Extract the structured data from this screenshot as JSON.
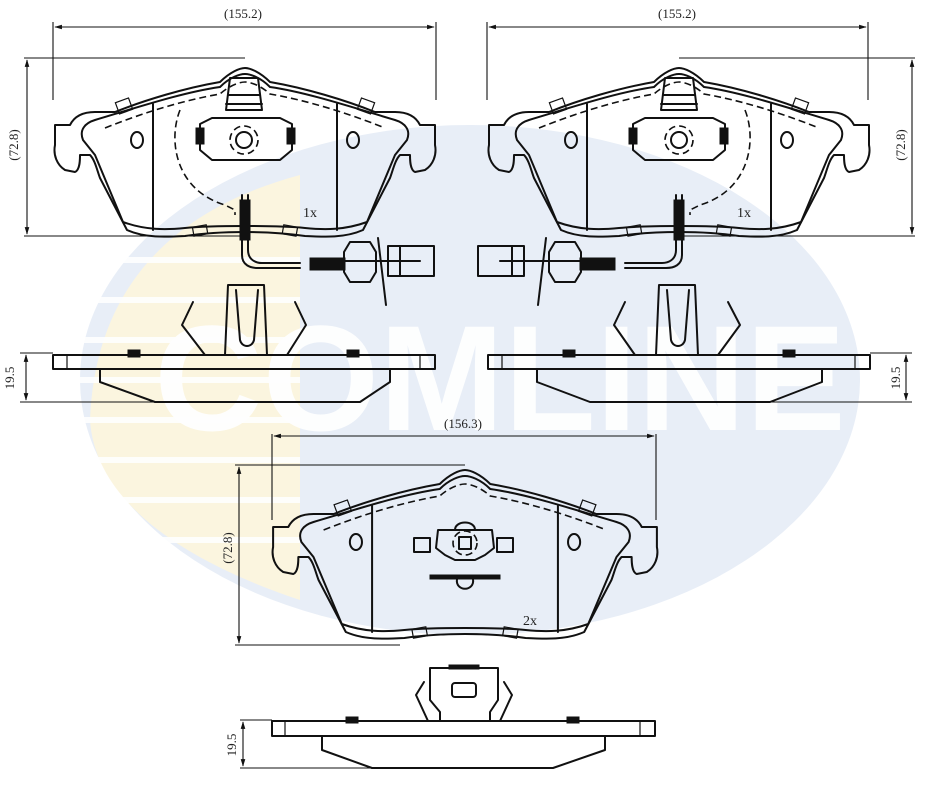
{
  "watermark": {
    "brand": "COMLINE",
    "colors": {
      "blue": "#e6edf7",
      "yellow": "#fbf4dc",
      "text": "#ffffff"
    }
  },
  "views": {
    "top_left": {
      "width_label": "(155.2)",
      "height_label": "(72.8)",
      "quantity": "1x",
      "has_wear_sensor": true
    },
    "top_right": {
      "width_label": "(155.2)",
      "height_label": "(72.8)",
      "quantity": "1x",
      "has_wear_sensor": true
    },
    "side_left": {
      "thickness_label": "19.5"
    },
    "side_right": {
      "thickness_label": "19.5"
    },
    "bottom": {
      "width_label": "(156.3)",
      "height_label": "(72.8)",
      "quantity": "2x",
      "has_wear_sensor": false
    },
    "side_bottom": {
      "thickness_label": "19.5"
    }
  }
}
